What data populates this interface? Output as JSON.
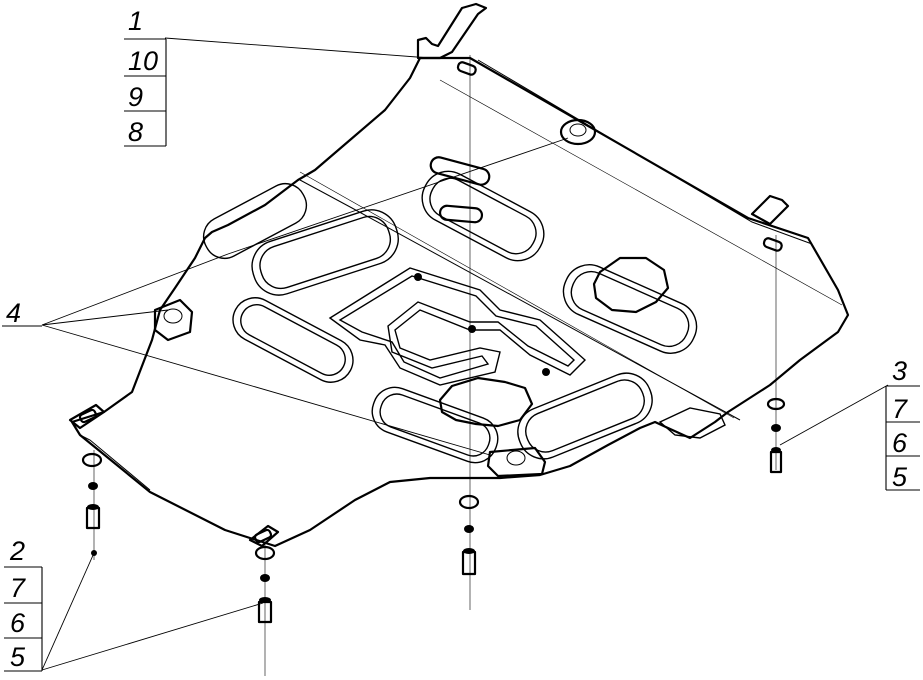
{
  "callouts": {
    "top_left": {
      "rows": [
        "1",
        "10",
        "9",
        "8"
      ]
    },
    "left": {
      "label": "4"
    },
    "right": {
      "rows": [
        "3",
        "7",
        "6",
        "5"
      ]
    },
    "bottom_left": {
      "rows": [
        "2",
        "7",
        "6",
        "5"
      ]
    }
  }
}
